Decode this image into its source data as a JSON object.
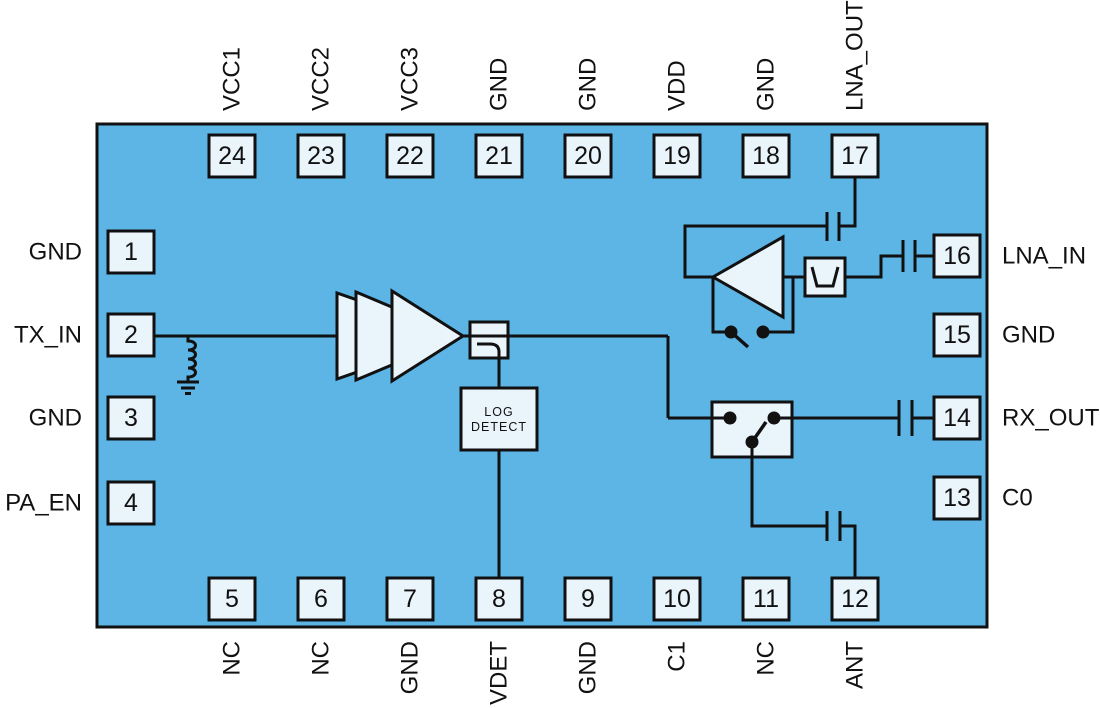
{
  "colors": {
    "chip_fill": "#5cb5e5",
    "pin_fill": "#eaf4fb",
    "line": "#111111",
    "background": "#ffffff"
  },
  "pins": {
    "top": [
      {
        "number": "24",
        "label": "VCC1"
      },
      {
        "number": "23",
        "label": "VCC2"
      },
      {
        "number": "22",
        "label": "VCC3"
      },
      {
        "number": "21",
        "label": "GND"
      },
      {
        "number": "20",
        "label": "GND"
      },
      {
        "number": "19",
        "label": "VDD"
      },
      {
        "number": "18",
        "label": "GND"
      },
      {
        "number": "17",
        "label": "LNA_OUT"
      }
    ],
    "bottom": [
      {
        "number": "5",
        "label": "NC"
      },
      {
        "number": "6",
        "label": "NC"
      },
      {
        "number": "7",
        "label": "GND"
      },
      {
        "number": "8",
        "label": "VDET"
      },
      {
        "number": "9",
        "label": "GND"
      },
      {
        "number": "10",
        "label": "C1"
      },
      {
        "number": "11",
        "label": "NC"
      },
      {
        "number": "12",
        "label": "ANT"
      }
    ],
    "left": [
      {
        "number": "1",
        "label": "GND"
      },
      {
        "number": "2",
        "label": "TX_IN"
      },
      {
        "number": "3",
        "label": "GND"
      },
      {
        "number": "4",
        "label": "PA_EN"
      }
    ],
    "right": [
      {
        "number": "16",
        "label": "LNA_IN"
      },
      {
        "number": "15",
        "label": "GND"
      },
      {
        "number": "14",
        "label": "RX_OUT"
      },
      {
        "number": "13",
        "label": "C0"
      }
    ]
  },
  "blocks": {
    "log_detect": {
      "line1": "LOG",
      "line2": "DETECT"
    }
  }
}
